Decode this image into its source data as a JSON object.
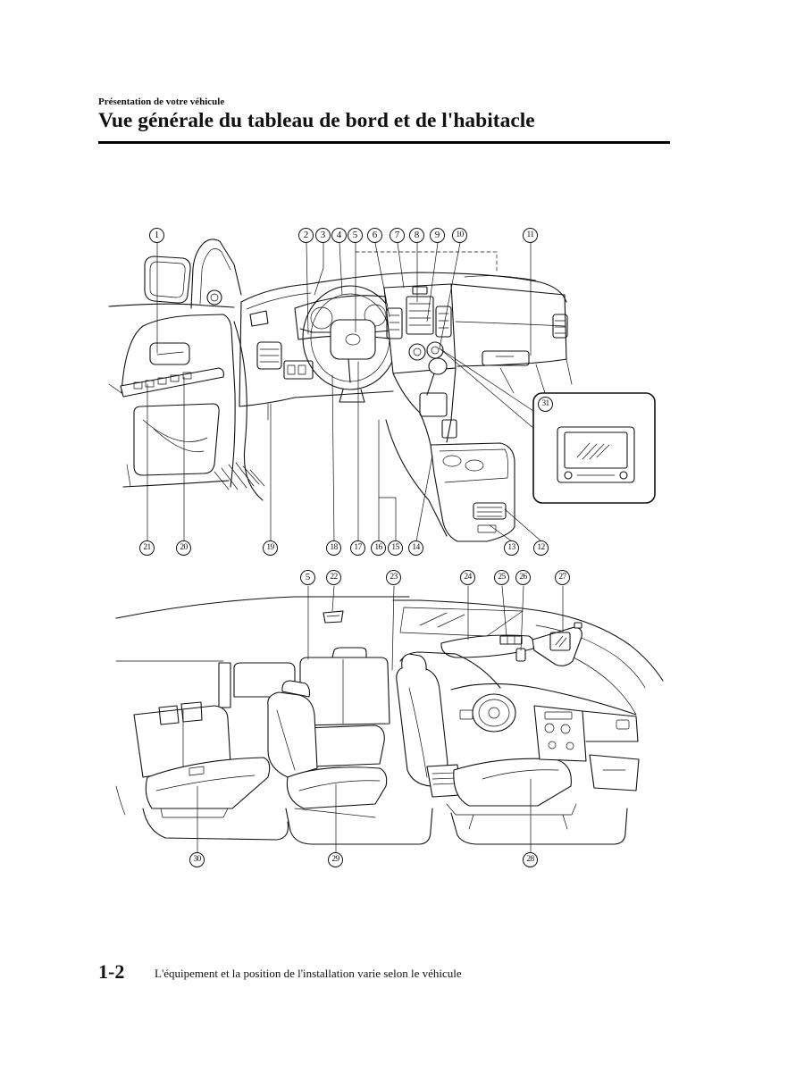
{
  "header": {
    "section": "Présentation de votre véhicule",
    "title": "Vue générale du tableau de bord et de l'habitacle"
  },
  "dashboard_figure": {
    "callouts": [
      "1",
      "2",
      "3",
      "4",
      "5",
      "6",
      "7",
      "8",
      "9",
      "10",
      "11",
      "12",
      "13",
      "14",
      "15",
      "16",
      "17",
      "18",
      "19",
      "20",
      "21",
      "31"
    ]
  },
  "cabin_figure": {
    "callouts": [
      "5",
      "22",
      "23",
      "24",
      "25",
      "26",
      "27",
      "28",
      "29",
      "30"
    ]
  },
  "footer": {
    "page_number": "1-2",
    "note": "L'équipement et la position de l'installation varie selon le véhicule"
  }
}
